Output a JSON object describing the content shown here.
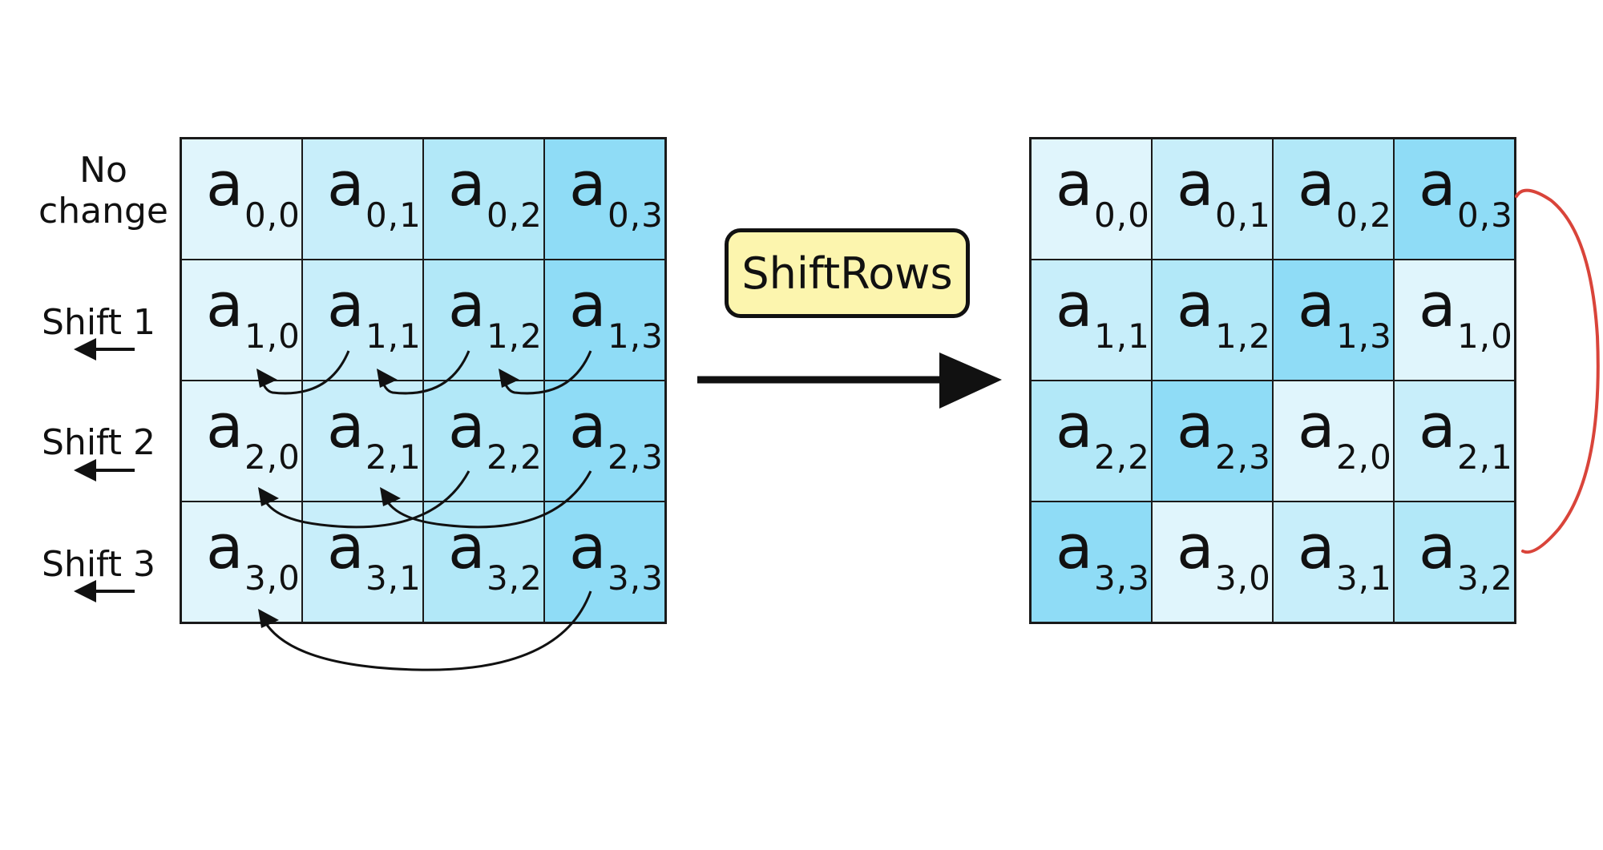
{
  "operation_label": "ShiftRows",
  "row_labels": [
    "No change",
    "Shift 1",
    "Shift 2",
    "Shift 3"
  ],
  "cell_base": "a",
  "input_state": [
    [
      "0,0",
      "0,1",
      "0,2",
      "0,3"
    ],
    [
      "1,0",
      "1,1",
      "1,2",
      "1,3"
    ],
    [
      "2,0",
      "2,1",
      "2,2",
      "2,3"
    ],
    [
      "3,0",
      "3,1",
      "3,2",
      "3,3"
    ]
  ],
  "output_state": [
    [
      "0,0",
      "0,1",
      "0,2",
      "0,3"
    ],
    [
      "1,1",
      "1,2",
      "1,3",
      "1,0"
    ],
    [
      "2,2",
      "2,3",
      "2,0",
      "2,1"
    ],
    [
      "3,3",
      "3,0",
      "3,1",
      "3,2"
    ]
  ],
  "colors": {
    "col0": "#e0f5fc",
    "col1": "#c8eefa",
    "col2": "#b2e8f8",
    "col3": "#8fdcf6",
    "annotation": "#d9443a",
    "box_fill": "#fcf5ae"
  }
}
